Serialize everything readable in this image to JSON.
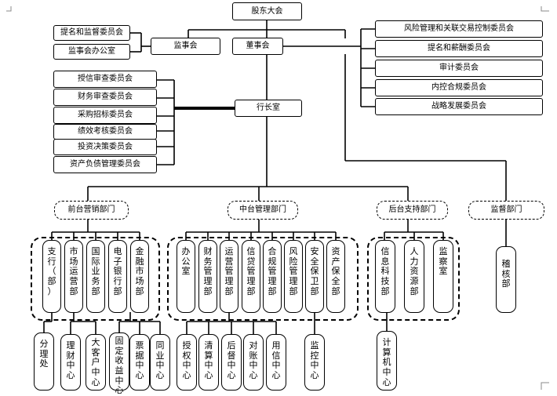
{
  "top": {
    "shareholders": "股东大会",
    "supervisory_board": "监事会",
    "board": "董事会",
    "president_office": "行长室"
  },
  "supervisory_committees": [
    "提名和监督委员会",
    "监事会办公室"
  ],
  "board_committees": [
    "风险管理和关联交易控制委员会",
    "提名和薪酬委员会",
    "审计委员会",
    "内控合规委员会",
    "战略发展委员会"
  ],
  "president_committees": [
    "授信审查委员会",
    "财务审查委员会",
    "采购招标委员会",
    "绩效考核委员会",
    "投资决策委员会",
    "资产负债管理委员会"
  ],
  "divisions": {
    "front": "前台营销部门",
    "middle": "中台管理部门",
    "back": "后台支持部门",
    "audit": "监督部门"
  },
  "front_departments": [
    "支行（部）",
    "市场运营部",
    "国际业务部",
    "电子银行部",
    "金融市场部"
  ],
  "middle_departments": [
    "办公室",
    "财务管理部",
    "运营管理部",
    "信贷管理部",
    "合规管理部",
    "风险管理部",
    "安全保卫部",
    "资产保全部"
  ],
  "back_departments": [
    "信息科技部",
    "人力资源部",
    "监察室"
  ],
  "audit_departments": [
    "稽核部"
  ],
  "front_centers": [
    "分理处",
    "理财中心",
    "大客户中心",
    "固定收益中心",
    "票据中心",
    "同业中心"
  ],
  "middle_centers": [
    "授权中心",
    "清算中心",
    "后督中心",
    "对账中心",
    "用信中心",
    "监控中心"
  ],
  "back_centers": [
    "计算机中心"
  ]
}
